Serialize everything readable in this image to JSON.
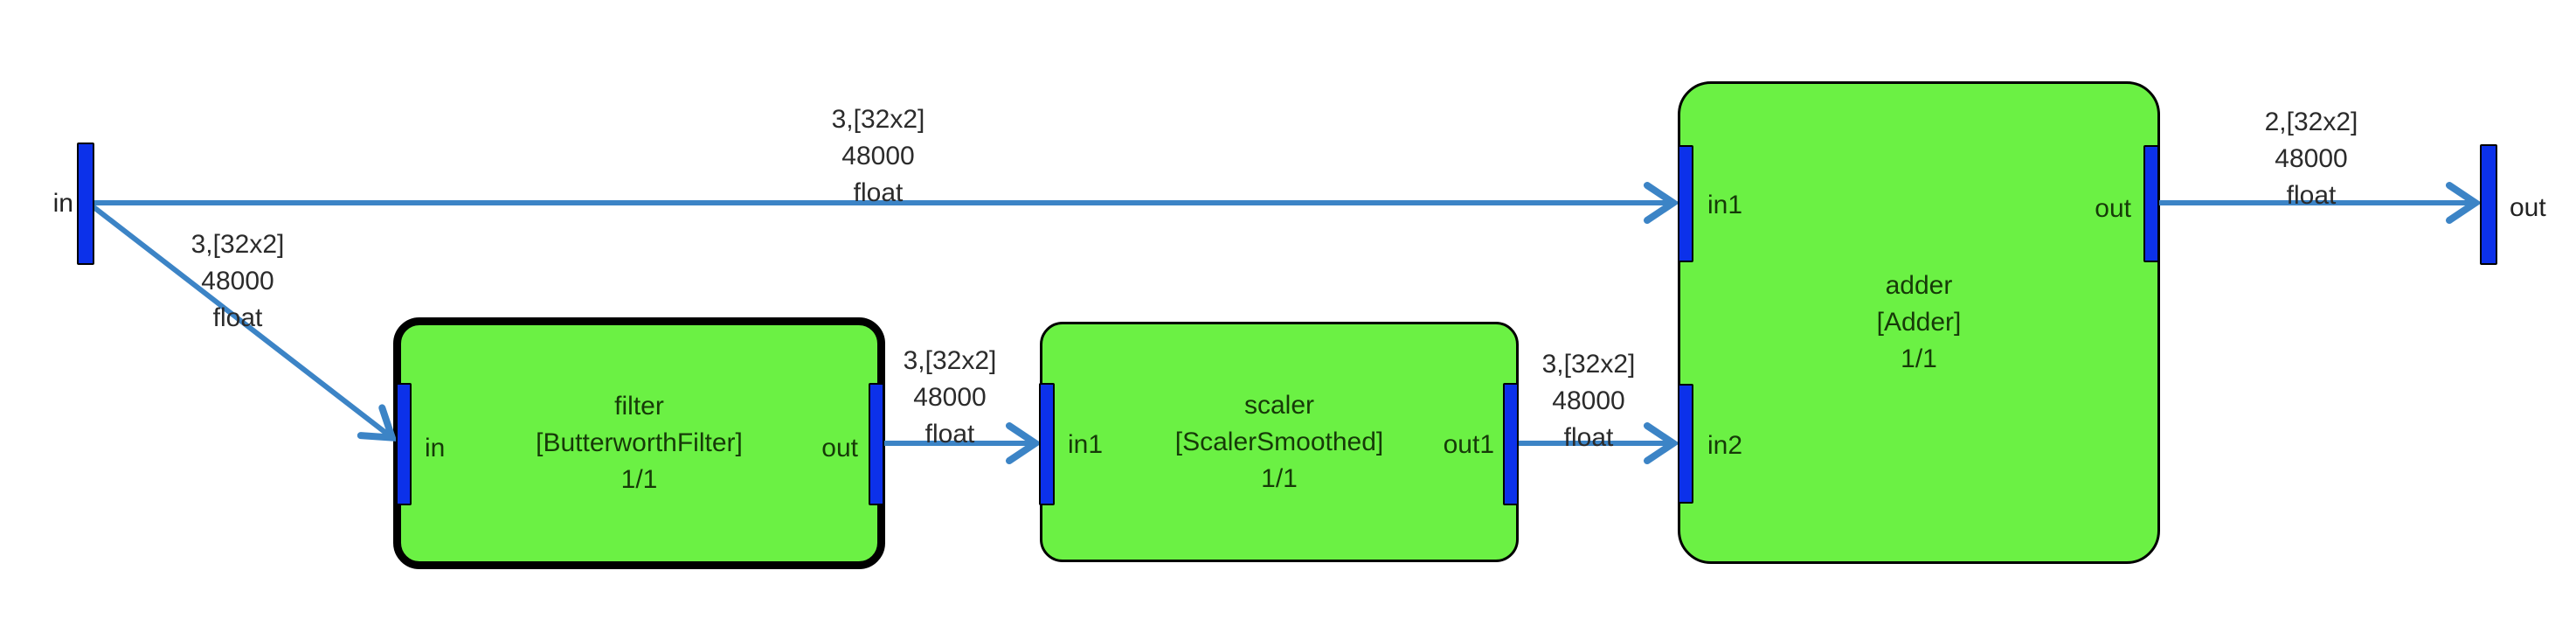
{
  "diagram": {
    "kind": "audio-dataflow-graph",
    "terminals": {
      "input": {
        "label": "in"
      },
      "output": {
        "label": "out"
      }
    },
    "nodes": {
      "filter": {
        "title": "filter",
        "type": "[ButterworthFilter]",
        "instances": "1/1",
        "selected": true,
        "ports": {
          "in": "in",
          "out": "out"
        }
      },
      "scaler": {
        "title": "scaler",
        "type": "[ScalerSmoothed]",
        "instances": "1/1",
        "selected": false,
        "ports": {
          "in1": "in1",
          "out1": "out1"
        }
      },
      "adder": {
        "title": "adder",
        "type": "[Adder]",
        "instances": "1/1",
        "selected": false,
        "ports": {
          "in1": "in1",
          "in2": "in2",
          "out": "out"
        }
      }
    },
    "edges": {
      "in_to_adder_in1": {
        "from": "in",
        "to": "adder.in1",
        "lines": [
          "3,[32x2]",
          "48000",
          "float"
        ]
      },
      "in_to_filter_in": {
        "from": "in",
        "to": "filter.in",
        "lines": [
          "3,[32x2]",
          "48000",
          "float"
        ]
      },
      "filter_out_to_scaler_in1": {
        "from": "filter.out",
        "to": "scaler.in1",
        "lines": [
          "3,[32x2]",
          "48000",
          "float"
        ]
      },
      "scaler_out1_to_adder_in2": {
        "from": "scaler.out1",
        "to": "adder.in2",
        "lines": [
          "3,[32x2]",
          "48000",
          "float"
        ]
      },
      "adder_out_to_out": {
        "from": "adder.out",
        "to": "out",
        "lines": [
          "2,[32x2]",
          "48000",
          "float"
        ]
      }
    }
  },
  "colors": {
    "node_fill": "#6BF144",
    "port_fill": "#0C31EA",
    "edge_stroke": "#3C84C6",
    "node_border": "#000000",
    "node_text": "#163A08",
    "edge_label_text": "#2B2B2B",
    "terminal_label_text": "#222222"
  }
}
